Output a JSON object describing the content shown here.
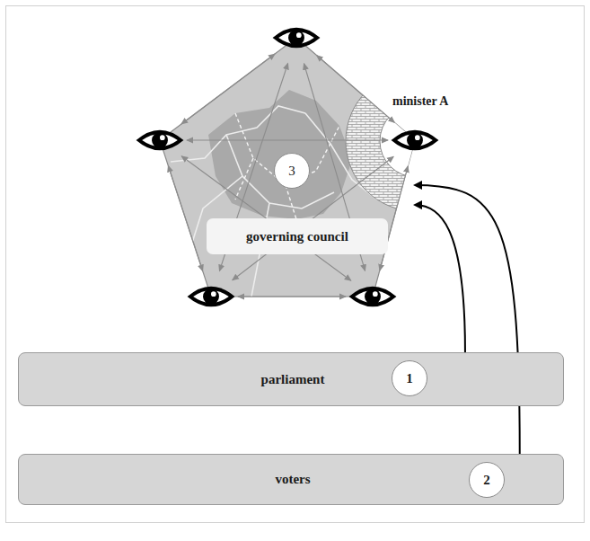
{
  "diagram": {
    "nodes": [
      {
        "text": [
          "governing council"
        ]
      },
      {
        "text": [
          "3"
        ],
        "in": 0
      },
      {
        "text": [
          "minister A"
        ],
        "in": 0
      },
      {
        "text": [
          "parliament"
        ]
      },
      {
        "text": [
          "1"
        ],
        "in": 3
      },
      {
        "text": [
          "voters"
        ]
      },
      {
        "text": [
          "2"
        ],
        "in": 5
      }
    ],
    "edges": [
      {
        "from": 3,
        "to": 2,
        "arrow": "to"
      },
      {
        "from": 5,
        "to": 2,
        "arrow": "to"
      }
    ]
  }
}
